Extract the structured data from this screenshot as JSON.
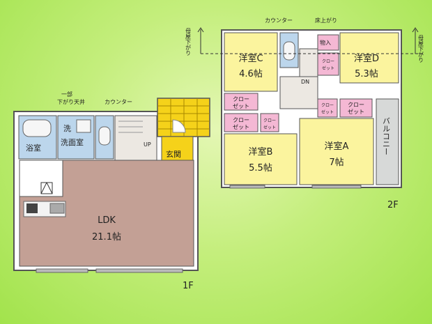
{
  "floor1": {
    "label": "1F",
    "rooms": {
      "ldk_name": "LDK",
      "ldk_size": "21.1帖",
      "bath": "浴室",
      "wash_char": "洗",
      "washroom": "洗面室",
      "entrance": "玄関",
      "up": "UP"
    },
    "notes": {
      "ceiling_line1": "一部",
      "ceiling_line2": "下がり天井",
      "counter": "カウンター"
    }
  },
  "floor2": {
    "label": "2F",
    "rooms": {
      "a_name": "洋室A",
      "a_size": "7帖",
      "b_name": "洋室B",
      "b_size": "5.5帖",
      "c_name": "洋室C",
      "c_size": "4.6帖",
      "d_name": "洋室D",
      "d_size": "5.3帖",
      "balcony": "バルコニー",
      "storage": "物入",
      "dn": "DN"
    },
    "closet": {
      "line1": "クロー",
      "line2": "ゼット"
    },
    "notes": {
      "counter": "カウンター",
      "raised_floor": "床上がり"
    },
    "eave_label": "母屋下がり"
  },
  "colors": {
    "background": "#a8e455",
    "ldk_floor": "#c3a095",
    "yellow_room": "#fbf49e",
    "closet_pink": "#f4b8d4",
    "water_blue": "#bcd6ec",
    "balcony_gray": "#d7d9d8",
    "stair_yellow": "#f5d21a"
  }
}
